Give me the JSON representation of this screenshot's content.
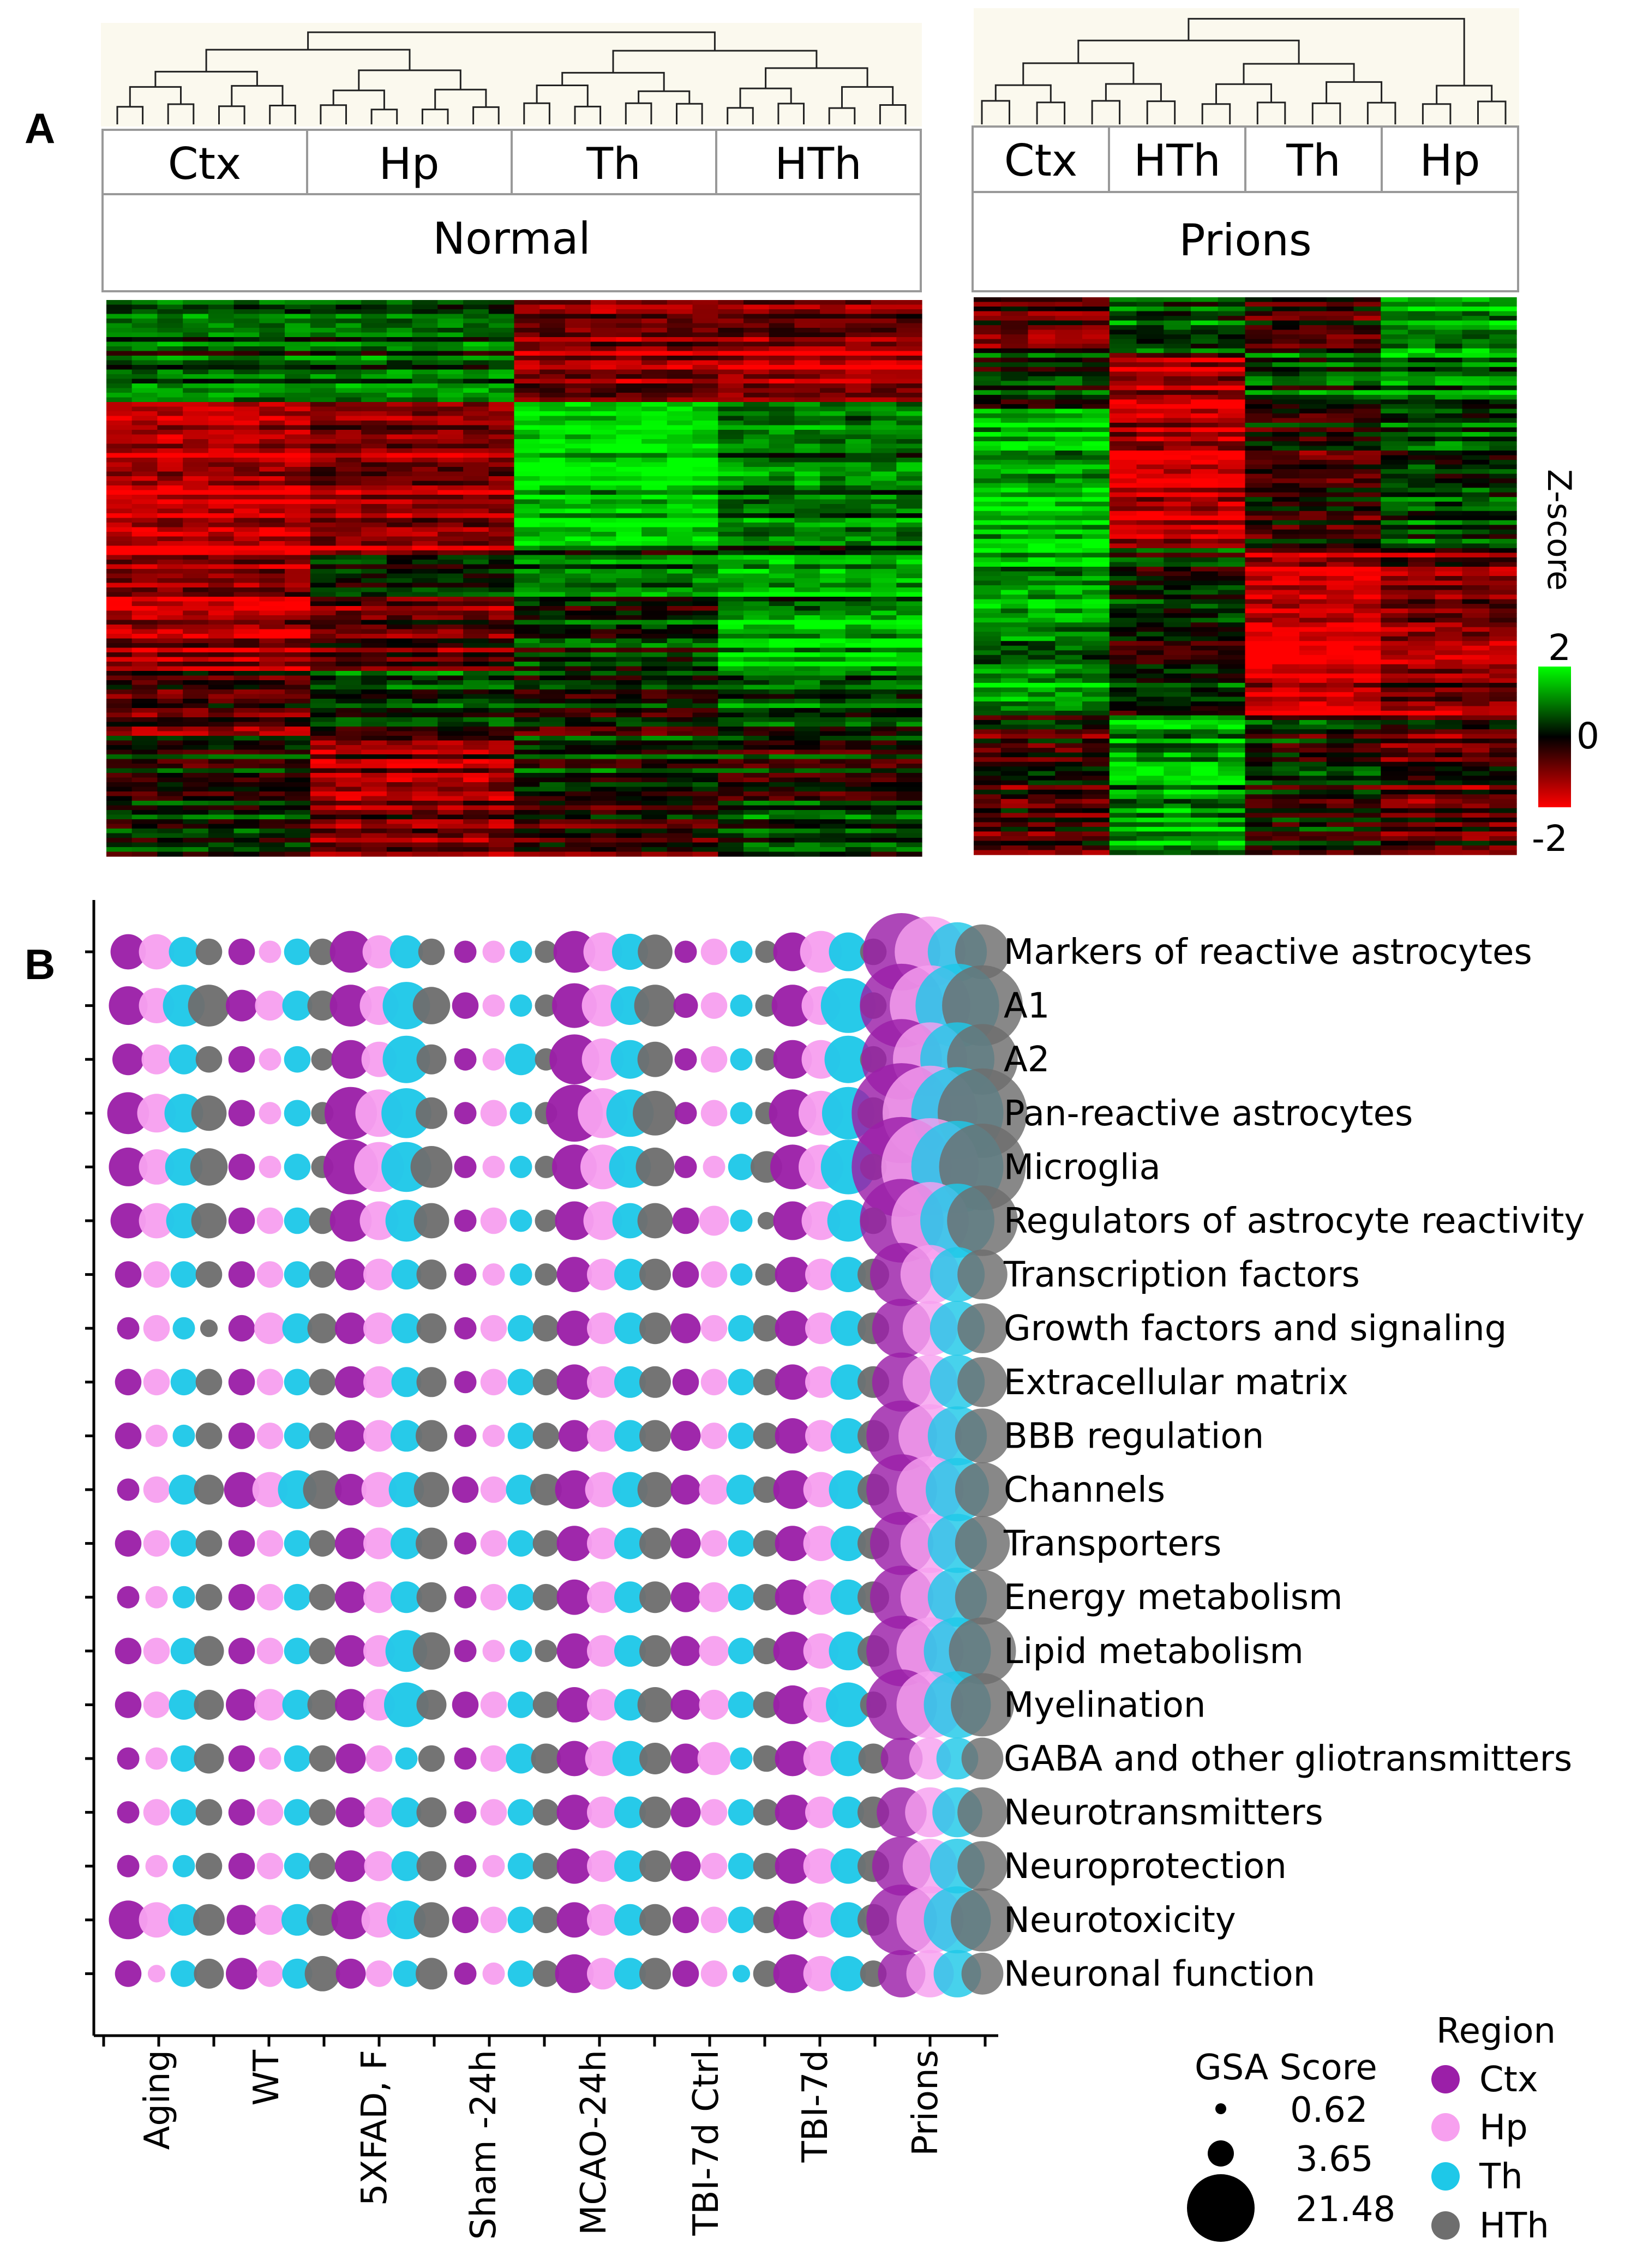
{
  "panel_a": {
    "letter": "A",
    "normal": {
      "group_label": "Normal",
      "regions": [
        "Ctx",
        "Hp",
        "Th",
        "HTh"
      ]
    },
    "prions": {
      "group_label": "Prions",
      "regions": [
        "Ctx",
        "HTh",
        "Th",
        "Hp"
      ]
    },
    "colorbar": {
      "title": "Z-score",
      "ticks": [
        "2",
        "0",
        "-2"
      ],
      "colors": {
        "high": "#00ff00",
        "mid": "#000000",
        "low": "#ff0000"
      }
    }
  },
  "panel_b": {
    "letter": "B"
  },
  "chart_data": {
    "type": "scatter",
    "subtype": "bubble-grid",
    "x_groups": [
      "Aging",
      "WT",
      "5XFAD, F",
      "Sham -24h",
      "MCAO-24h",
      "TBI-7d Ctrl",
      "TBI-7d",
      "Prions"
    ],
    "y_categories": [
      "Markers of reactive astrocytes",
      "A1",
      "A2",
      "Pan-reactive astrocytes",
      "Microglia",
      "Regulators of astrocyte reactivity",
      "Transcription factors",
      "Growth factors and signaling",
      "Extracellular matrix",
      "BBB regulation",
      "Channels",
      "Transporters",
      "Energy metabolism",
      "Lipid metabolism",
      "Myelination",
      "GABA and other gliotransmitters",
      "Neurotransmitters",
      "Neuroprotection",
      "Neurotoxicity",
      "Neuronal function"
    ],
    "regions": [
      {
        "name": "Ctx",
        "color": "#9b1fa8"
      },
      {
        "name": "Hp",
        "color": "#f7a0ef"
      },
      {
        "name": "Th",
        "color": "#1ec8e8"
      },
      {
        "name": "HTh",
        "color": "#6e6e6e"
      }
    ],
    "size_legend": {
      "title": "GSA Score",
      "values": [
        "0.62",
        "3.65",
        "21.48"
      ]
    },
    "region_legend_title": "Region",
    "values": [
      [
        [
          2.5,
          2.5,
          1.8,
          1.4
        ],
        [
          1.4,
          1.0,
          1.4,
          1.4
        ],
        [
          3.5,
          2.2,
          2.2,
          1.4
        ],
        [
          1.0,
          1.0,
          1.0,
          1.0
        ],
        [
          3.5,
          3.0,
          2.6,
          2.4
        ],
        [
          1.0,
          1.4,
          1.0,
          1.0
        ],
        [
          3.0,
          3.5,
          3.0,
          1.4
        ],
        [
          12,
          10,
          7,
          6
        ]
      ],
      [
        [
          3.0,
          2.5,
          3.5,
          3.5
        ],
        [
          2.0,
          1.8,
          1.8,
          1.8
        ],
        [
          3.5,
          3.0,
          4.5,
          2.8
        ],
        [
          1.4,
          1.0,
          1.0,
          1.0
        ],
        [
          4.0,
          3.5,
          3.0,
          3.5
        ],
        [
          1.2,
          1.4,
          1.0,
          1.0
        ],
        [
          3.5,
          3.0,
          6,
          1.4
        ],
        [
          14,
          13,
          14,
          13
        ]
      ],
      [
        [
          2.0,
          1.8,
          1.8,
          1.4
        ],
        [
          1.4,
          1.0,
          1.4,
          1.0
        ],
        [
          3.0,
          2.5,
          4.5,
          1.8
        ],
        [
          1.0,
          1.0,
          2.0,
          1.0
        ],
        [
          5,
          3.5,
          3.0,
          2.5
        ],
        [
          1.0,
          1.4,
          1.0,
          1.0
        ],
        [
          3.0,
          3.0,
          4.5,
          1.4
        ],
        [
          13,
          11,
          11,
          10
        ]
      ],
      [
        [
          3.5,
          3.0,
          3.0,
          2.5
        ],
        [
          1.4,
          1.0,
          1.4,
          1.0
        ],
        [
          5.5,
          4.5,
          5,
          2.0
        ],
        [
          1.0,
          1.4,
          1.0,
          1.0
        ],
        [
          6.5,
          5,
          4.5,
          4.0
        ],
        [
          1.0,
          1.4,
          1.0,
          1.0
        ],
        [
          4.5,
          4.0,
          5.5,
          2.0
        ],
        [
          20,
          18,
          17,
          16
        ]
      ],
      [
        [
          3.0,
          2.5,
          2.8,
          2.8
        ],
        [
          1.4,
          1.0,
          1.4,
          1.0
        ],
        [
          6,
          5,
          5,
          3.5
        ],
        [
          1.0,
          1.0,
          1.0,
          1.0
        ],
        [
          4.0,
          4.0,
          3.5,
          3.0
        ],
        [
          1.0,
          1.0,
          1.4,
          2.0
        ],
        [
          4.0,
          4.0,
          6,
          1.4
        ],
        [
          20,
          19,
          17,
          15
        ]
      ],
      [
        [
          2.5,
          2.5,
          2.5,
          2.5
        ],
        [
          1.4,
          1.4,
          1.4,
          1.4
        ],
        [
          3.5,
          3.0,
          3.5,
          2.5
        ],
        [
          1.0,
          1.4,
          1.0,
          1.0
        ],
        [
          3.0,
          3.0,
          2.5,
          2.5
        ],
        [
          1.4,
          1.8,
          1.0,
          0.62
        ],
        [
          3.0,
          3.0,
          3.5,
          1.4
        ],
        [
          14,
          12,
          11,
          10
        ]
      ],
      [
        [
          1.4,
          1.4,
          1.4,
          1.4
        ],
        [
          1.4,
          1.4,
          1.4,
          1.4
        ],
        [
          2.0,
          2.0,
          1.8,
          1.8
        ],
        [
          1.0,
          1.0,
          1.0,
          1.0
        ],
        [
          2.5,
          2.0,
          2.0,
          2.0
        ],
        [
          1.4,
          1.4,
          1.0,
          1.0
        ],
        [
          2.5,
          2.0,
          2.5,
          2.0
        ],
        [
          8,
          7,
          6,
          5
        ]
      ],
      [
        [
          1.0,
          1.4,
          1.0,
          0.62
        ],
        [
          1.4,
          2.0,
          1.8,
          1.8
        ],
        [
          2.0,
          2.0,
          1.8,
          1.8
        ],
        [
          1.0,
          1.4,
          1.4,
          1.4
        ],
        [
          2.5,
          2.0,
          2.0,
          2.0
        ],
        [
          1.8,
          1.4,
          1.4,
          1.4
        ],
        [
          2.5,
          2.0,
          2.5,
          2.0
        ],
        [
          7,
          6,
          6,
          5
        ]
      ],
      [
        [
          1.4,
          1.4,
          1.4,
          1.4
        ],
        [
          1.4,
          1.4,
          1.4,
          1.4
        ],
        [
          2.0,
          2.0,
          1.8,
          1.8
        ],
        [
          1.0,
          1.4,
          1.4,
          1.4
        ],
        [
          2.5,
          2.0,
          2.0,
          2.0
        ],
        [
          1.4,
          1.4,
          1.4,
          1.4
        ],
        [
          2.5,
          2.0,
          2.5,
          2.0
        ],
        [
          7,
          6,
          6,
          5
        ]
      ],
      [
        [
          1.4,
          1.0,
          1.0,
          1.4
        ],
        [
          1.4,
          1.4,
          1.4,
          1.4
        ],
        [
          2.0,
          2.0,
          2.0,
          2.0
        ],
        [
          1.0,
          1.0,
          1.4,
          1.4
        ],
        [
          2.0,
          2.0,
          2.0,
          2.0
        ],
        [
          1.8,
          1.4,
          1.4,
          1.4
        ],
        [
          2.5,
          2.0,
          2.5,
          2.0
        ],
        [
          10,
          8,
          7,
          6
        ]
      ],
      [
        [
          1.0,
          1.4,
          1.8,
          1.8
        ],
        [
          2.5,
          2.5,
          3.0,
          3.0
        ],
        [
          2.0,
          2.5,
          2.5,
          2.5
        ],
        [
          1.4,
          1.4,
          1.8,
          2.0
        ],
        [
          3.0,
          2.5,
          2.5,
          2.5
        ],
        [
          1.8,
          1.8,
          1.8,
          1.4
        ],
        [
          3.0,
          2.5,
          3.0,
          2.0
        ],
        [
          10,
          9,
          8,
          6
        ]
      ],
      [
        [
          1.4,
          1.4,
          1.4,
          1.4
        ],
        [
          1.4,
          1.4,
          1.4,
          1.4
        ],
        [
          2.0,
          2.0,
          2.0,
          2.0
        ],
        [
          1.0,
          1.4,
          1.4,
          1.4
        ],
        [
          2.5,
          2.0,
          2.0,
          2.0
        ],
        [
          1.8,
          1.4,
          1.4,
          1.4
        ],
        [
          2.5,
          2.5,
          2.5,
          2.0
        ],
        [
          8,
          7,
          7,
          6
        ]
      ],
      [
        [
          1.0,
          1.0,
          1.0,
          1.4
        ],
        [
          1.4,
          1.4,
          1.4,
          1.4
        ],
        [
          2.0,
          2.0,
          2.0,
          1.8
        ],
        [
          1.0,
          1.4,
          1.4,
          1.4
        ],
        [
          2.5,
          2.0,
          2.0,
          2.0
        ],
        [
          1.8,
          1.8,
          1.4,
          1.4
        ],
        [
          2.5,
          2.5,
          2.5,
          2.0
        ],
        [
          8,
          7,
          7,
          6
        ]
      ],
      [
        [
          1.4,
          1.4,
          1.4,
          1.8
        ],
        [
          1.4,
          1.4,
          1.4,
          1.4
        ],
        [
          2.0,
          2.0,
          3.5,
          2.8
        ],
        [
          1.0,
          1.0,
          1.0,
          1.0
        ],
        [
          2.5,
          2.0,
          2.0,
          2.0
        ],
        [
          1.8,
          1.8,
          1.4,
          1.4
        ],
        [
          3.0,
          2.5,
          3.0,
          2.0
        ],
        [
          10,
          9,
          9,
          9
        ]
      ],
      [
        [
          1.4,
          1.4,
          1.8,
          1.8
        ],
        [
          2.0,
          2.0,
          1.8,
          1.8
        ],
        [
          2.0,
          2.0,
          4.0,
          1.8
        ],
        [
          1.4,
          1.4,
          1.4,
          1.4
        ],
        [
          2.5,
          2.0,
          2.0,
          2.5
        ],
        [
          1.8,
          1.8,
          1.4,
          1.4
        ],
        [
          3.0,
          2.5,
          4.0,
          1.4
        ],
        [
          10,
          9,
          9,
          8
        ]
      ],
      [
        [
          1.0,
          1.0,
          1.4,
          1.8
        ],
        [
          1.4,
          1.0,
          1.4,
          1.4
        ],
        [
          1.8,
          1.4,
          1.0,
          1.4
        ],
        [
          1.0,
          1.4,
          1.8,
          1.8
        ],
        [
          2.5,
          2.5,
          2.5,
          2.0
        ],
        [
          1.8,
          2.2,
          1.0,
          1.4
        ],
        [
          2.5,
          2.5,
          2.5,
          1.8
        ],
        [
          3.5,
          3.5,
          3.5,
          3.5
        ]
      ],
      [
        [
          1.0,
          1.4,
          1.4,
          1.4
        ],
        [
          1.4,
          1.4,
          1.4,
          1.4
        ],
        [
          1.8,
          1.8,
          1.8,
          1.8
        ],
        [
          1.0,
          1.4,
          1.4,
          1.4
        ],
        [
          2.5,
          2.0,
          2.0,
          2.0
        ],
        [
          1.8,
          1.4,
          1.4,
          1.4
        ],
        [
          2.5,
          2.0,
          2.0,
          2.0
        ],
        [
          5,
          5,
          5,
          5
        ]
      ],
      [
        [
          1.0,
          1.0,
          1.0,
          1.4
        ],
        [
          1.4,
          1.4,
          1.4,
          1.4
        ],
        [
          2.0,
          1.8,
          1.8,
          1.8
        ],
        [
          1.0,
          1.0,
          1.4,
          1.4
        ],
        [
          2.5,
          2.0,
          2.0,
          2.0
        ],
        [
          1.8,
          1.4,
          1.4,
          1.4
        ],
        [
          2.5,
          2.5,
          2.5,
          2.0
        ],
        [
          7,
          6,
          6,
          5
        ]
      ],
      [
        [
          3.0,
          2.5,
          2.0,
          2.0
        ],
        [
          1.8,
          1.8,
          2.0,
          2.0
        ],
        [
          3.0,
          2.5,
          3.0,
          2.5
        ],
        [
          1.4,
          1.4,
          1.4,
          1.4
        ],
        [
          2.5,
          2.0,
          2.0,
          2.0
        ],
        [
          1.4,
          1.4,
          1.4,
          1.4
        ],
        [
          3.0,
          2.5,
          2.5,
          2.0
        ],
        [
          10,
          9,
          9,
          8
        ]
      ],
      [
        [
          1.4,
          0.62,
          1.4,
          1.8
        ],
        [
          2.0,
          1.4,
          1.8,
          2.5
        ],
        [
          1.8,
          1.4,
          1.4,
          2.0
        ],
        [
          1.0,
          1.0,
          1.4,
          1.4
        ],
        [
          3.0,
          2.0,
          2.0,
          2.0
        ],
        [
          1.4,
          1.4,
          0.62,
          1.4
        ],
        [
          3.0,
          2.5,
          2.5,
          1.4
        ],
        [
          4.5,
          4.5,
          4.5,
          3.5
        ]
      ]
    ]
  }
}
